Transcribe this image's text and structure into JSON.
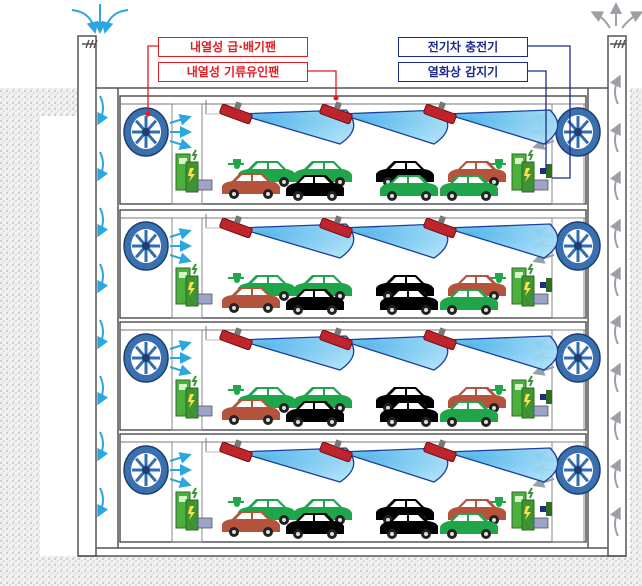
{
  "diagram": {
    "floors": 4,
    "labels": {
      "exhaust_fan": "내열성 급·배기팬",
      "jet_fan": "내열성 기류유인팬",
      "ev_charger": "전기차 충전기",
      "heat_sensor": "열화상 감지기"
    },
    "colors": {
      "label_red": "#e31b23",
      "label_blue": "#1b2a8f",
      "airflow_cone": "#6ec6f1",
      "car_green": "#1fa64a",
      "car_brown": "#b5533c",
      "car_black": "#000000",
      "charger_green": "#4caf3e",
      "fan_blue": "#3a6fb0"
    },
    "icons": [
      "exhaust-fan-icon",
      "jet-fan-icon",
      "ev-charger-icon",
      "heat-sensor-icon",
      "car-icon",
      "airflow-arrow-icon"
    ]
  }
}
